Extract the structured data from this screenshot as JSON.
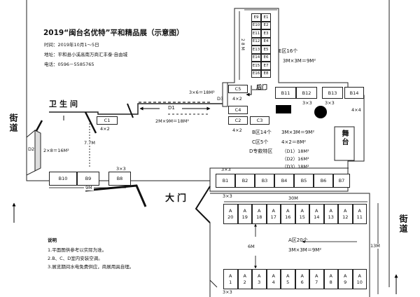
{
  "header": {
    "title": "2019“闽台名优特”平和精品展（示意图）",
    "time": "时间：2019年10月1～5日",
    "address": "地址：平和县小溪高南万商汇丰泰·自由城",
    "phone": "电话：0596－5585765"
  },
  "labels": {
    "toilet": "卫生间",
    "street_left": "街道",
    "street_right": "街道",
    "gate": "大门",
    "back_door": "后门",
    "stage": "舞台"
  },
  "zones": {
    "e": {
      "count": "E区16个",
      "size": "3M×3M＝9M²",
      "height": "28M"
    },
    "b": {
      "count": "B区14个",
      "size": "3M×3M＝9M²"
    },
    "c": {
      "count": "C区5个",
      "size": "4×2＝8M²"
    },
    "d": {
      "title": "D专款特区",
      "d1": "（D1）18M²",
      "d2": "（D2）16M²",
      "d3": "（D3）18M²"
    },
    "a": {
      "count": "A区20个",
      "size": "3M×3M＝9M²"
    }
  },
  "dims": {
    "d3": "3×6＝18M²",
    "d1": "2M×9M＝18M²",
    "d2": "2×8＝16M²",
    "c1": "4×2",
    "c2": "4×2",
    "c5": "4×2",
    "b11": "3×3",
    "b13": "3×3",
    "b14": "4×4",
    "b1": "3×3",
    "b8": "3×3",
    "v77": "7.7M",
    "w9": "9M",
    "w30": "30M",
    "h6": "6M",
    "h13": "13M",
    "a_top": "3×3",
    "a_bottom": "3×3"
  },
  "booths": {
    "c1": "C1",
    "c2": "C2",
    "c3": "C3",
    "c4": "C4",
    "c5": "C5",
    "d1": "D1",
    "d2": "D2",
    "d3": "D3",
    "b1": "B1",
    "b2": "B2",
    "b3": "B3",
    "b4": "B4",
    "b5": "B5",
    "b6": "B6",
    "b7": "B7",
    "b8": "B8",
    "b9": "B9",
    "b10": "B10",
    "b11": "B11",
    "b12": "B12",
    "b13": "B13",
    "b14": "B14"
  },
  "e_rows": [
    [
      "E9",
      "E1"
    ],
    [
      "E10",
      "E2"
    ],
    [
      "E11",
      "E3"
    ],
    [
      "E12",
      "E4"
    ],
    [
      "E13",
      "E5"
    ],
    [
      "E14",
      "E6"
    ],
    [
      "E15",
      "E7"
    ],
    [
      "E16",
      "E8"
    ]
  ],
  "a_top_row": [
    [
      "A",
      "20"
    ],
    [
      "A",
      "19"
    ],
    [
      "A",
      "18"
    ],
    [
      "A",
      "17"
    ],
    [
      "A",
      "16"
    ],
    [
      "A",
      "15"
    ],
    [
      "A",
      "14"
    ],
    [
      "A",
      "13"
    ],
    [
      "A",
      "12"
    ],
    [
      "A",
      "11"
    ]
  ],
  "a_bottom_row": [
    [
      "A",
      "1"
    ],
    [
      "A",
      "2"
    ],
    [
      "A",
      "3"
    ],
    [
      "A",
      "4"
    ],
    [
      "A",
      "5"
    ],
    [
      "A",
      "6"
    ],
    [
      "A",
      "7"
    ],
    [
      "A",
      "8"
    ],
    [
      "A",
      "9"
    ],
    [
      "A",
      "10"
    ]
  ],
  "notes": {
    "title": "说明",
    "items": [
      "1.平面图供参考以实际为准。",
      "2.B、C、D室内安装空调。",
      "3.展览期间水电免费供应，商展用具自理。"
    ]
  }
}
